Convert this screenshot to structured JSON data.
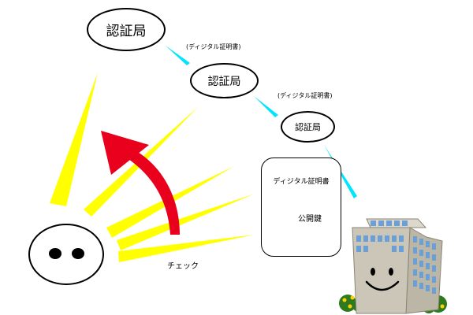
{
  "root_ca": {
    "label": "認証局"
  },
  "mid_ca": {
    "label": "認証局",
    "caption": "(ディジタル証明書)"
  },
  "leaf_ca": {
    "label": "認証局",
    "caption": "(ディジタル証明書)"
  },
  "certificate": {
    "title": "ディジタル証明書",
    "key_label": "公開鍵"
  },
  "check_label": "チェック",
  "colors": {
    "signal_rays": "#ffff00",
    "connector": "#00e5ff",
    "check_arrow": "#e8001c",
    "key": "#ffe030",
    "building": "#c8c3b5",
    "window": "#6a9fd8",
    "shrub": "#2f7a1e",
    "flower": "#ffd200"
  }
}
